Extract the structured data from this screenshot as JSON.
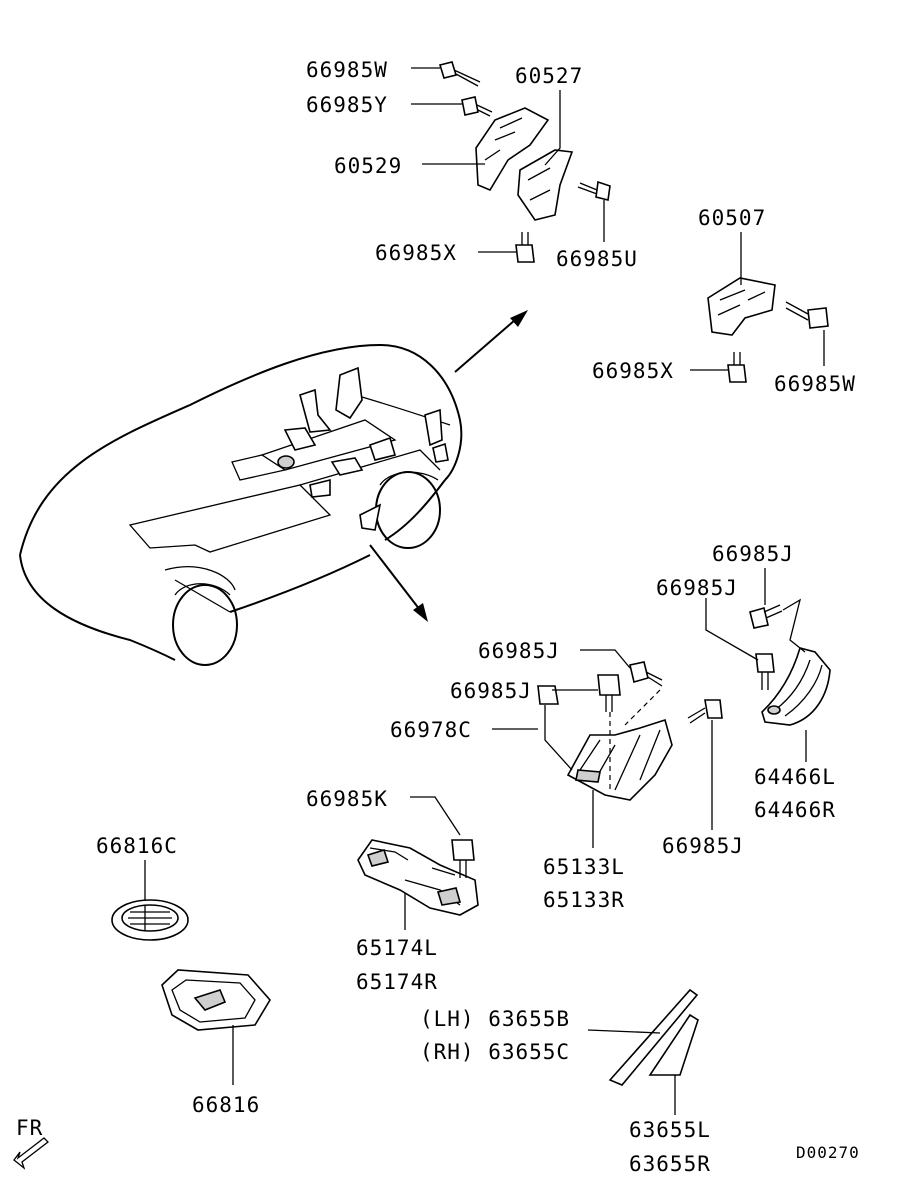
{
  "labels": {
    "p66985W_top": "66985W",
    "p66985Y": "66985Y",
    "p60527": "60527",
    "p60529": "60529",
    "p66985X_top": "66985X",
    "p66985U": "66985U",
    "p60507": "60507",
    "p66985X_right": "66985X",
    "p66985W_right": "66985W",
    "p66985J_a": "66985J",
    "p66985J_b": "66985J",
    "p66985J_c": "66985J",
    "p66985J_d": "66985J",
    "p66978C": "66978C",
    "p66985J_e": "66985J",
    "p64466L": "64466L",
    "p64466R": "64466R",
    "p66985K": "66985K",
    "p65133L": "65133L",
    "p65133R": "65133R",
    "p66816C": "66816C",
    "p65174L": "65174L",
    "p65174R": "65174R",
    "p63655B": "(LH) 63655B",
    "p63655C": "(RH) 63655C",
    "p66816": "66816",
    "p63655L": "63655L",
    "p63655R": "63655R",
    "fr": "FR",
    "code": "D00270"
  }
}
